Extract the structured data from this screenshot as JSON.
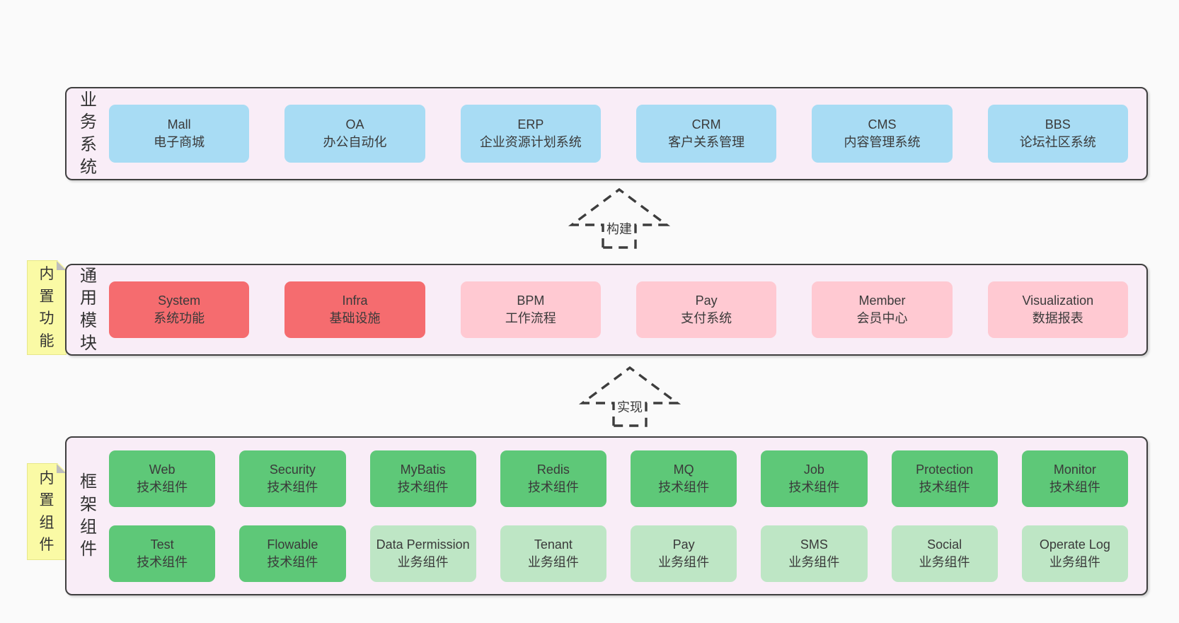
{
  "diagram": {
    "bands": [
      {
        "label": "业务系统",
        "items": [
          {
            "name": "Mall",
            "desc": "电子商城"
          },
          {
            "name": "OA",
            "desc": "办公自动化"
          },
          {
            "name": "ERP",
            "desc": "企业资源计划系统"
          },
          {
            "name": "CRM",
            "desc": "客户关系管理"
          },
          {
            "name": "CMS",
            "desc": "内容管理系统"
          },
          {
            "name": "BBS",
            "desc": "论坛社区系统"
          }
        ]
      },
      {
        "label": "通用模块",
        "sticky": "内置功能",
        "items": [
          {
            "name": "System",
            "desc": "系统功能"
          },
          {
            "name": "Infra",
            "desc": "基础设施"
          },
          {
            "name": "BPM",
            "desc": "工作流程"
          },
          {
            "name": "Pay",
            "desc": "支付系统"
          },
          {
            "name": "Member",
            "desc": "会员中心"
          },
          {
            "name": "Visualization",
            "desc": "数据报表"
          }
        ]
      },
      {
        "label": "框架组件",
        "sticky": "内置组件",
        "rows": [
          [
            {
              "name": "Web",
              "desc": "技术组件"
            },
            {
              "name": "Security",
              "desc": "技术组件"
            },
            {
              "name": "MyBatis",
              "desc": "技术组件"
            },
            {
              "name": "Redis",
              "desc": "技术组件"
            },
            {
              "name": "MQ",
              "desc": "技术组件"
            },
            {
              "name": "Job",
              "desc": "技术组件"
            },
            {
              "name": "Protection",
              "desc": "技术组件"
            },
            {
              "name": "Monitor",
              "desc": "技术组件"
            }
          ],
          [
            {
              "name": "Test",
              "desc": "技术组件"
            },
            {
              "name": "Flowable",
              "desc": "技术组件"
            },
            {
              "name": "Data Permission",
              "desc": "业务组件"
            },
            {
              "name": "Tenant",
              "desc": "业务组件"
            },
            {
              "name": "Pay",
              "desc": "业务组件"
            },
            {
              "name": "SMS",
              "desc": "业务组件"
            },
            {
              "name": "Social",
              "desc": "业务组件"
            },
            {
              "name": "Operate Log",
              "desc": "业务组件"
            }
          ]
        ]
      }
    ],
    "arrows": [
      {
        "label": "构建"
      },
      {
        "label": "实现"
      }
    ],
    "colors": {
      "page_bg": "#fafafa",
      "band_bg": "#f9edf7",
      "band_border": "#3f3f3f",
      "blue": "#a8dcf4",
      "red": "#f56c6f",
      "pink": "#ffc9d2",
      "green": "#5ec878",
      "light_green": "#bee6c5",
      "sticky_yellow": "#fafaa5",
      "text": "#3a3a3a"
    }
  }
}
